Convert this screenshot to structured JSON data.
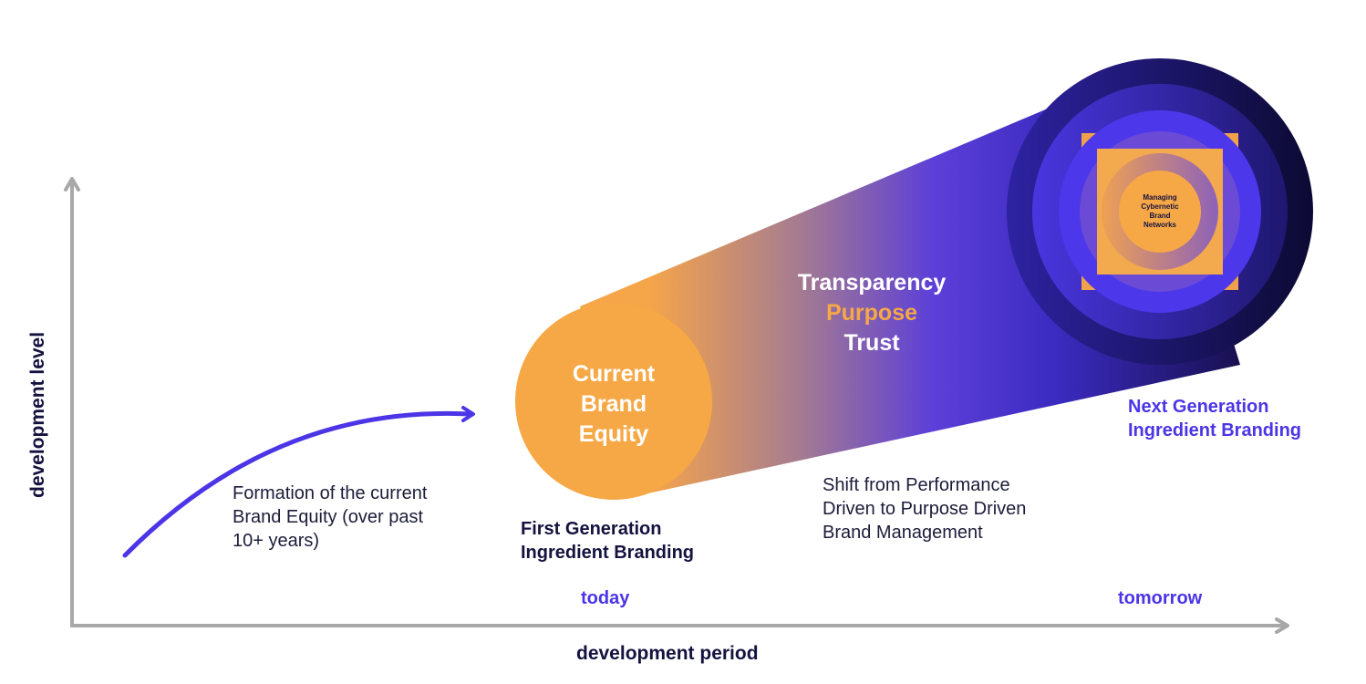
{
  "colors": {
    "axis": "#a8a8a8",
    "indigo": "#4b35e6",
    "navy": "#14123f",
    "orange": "#f7a846",
    "dark_text": "#1c1c3a",
    "white": "#ffffff"
  },
  "axes": {
    "y_label": "development level",
    "x_label": "development period",
    "x_ticks": {
      "today": "today",
      "tomorrow": "tomorrow"
    }
  },
  "formation_text": "Formation of the current\nBrand Equity (over past\n10+ years)",
  "current_circle": {
    "line1": "Current",
    "line2": "Brand",
    "line3": "Equity"
  },
  "first_generation": "First Generation\nIngredient Branding",
  "values": {
    "transparency": "Transparency",
    "purpose": "Purpose",
    "trust": "Trust"
  },
  "shift_text": "Shift from Performance\nDriven to Purpose Driven\nBrand Management",
  "next_generation": "Next Generation\nIngredient Branding",
  "core_text": "Managing\nCybernetic\nBrand\nNetworks"
}
